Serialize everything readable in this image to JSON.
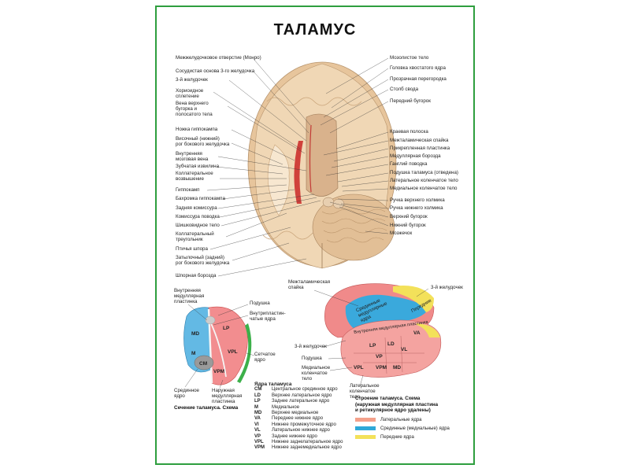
{
  "title": "ТАЛАМУС",
  "top_left_labels": [
    "Межжелудочковое отверстие (Монро)",
    "Сосудистая основа 3-го желудочка",
    "3-й желудочек",
    "Хориоидное\nсплетение",
    "Вена верхнего\nбугорка и\nполосатого тела",
    "Ножка гиппокампа",
    "Височный (нижний)\nрог бокового желудочка",
    "Внутренняя\nмозговая вена",
    "Зубчатая извилина",
    "Коллатеральное\nвозвышение",
    "Гиппокамп",
    "Бахромка гиппокампа",
    "Задняя комиссура",
    "Комиссура поводка",
    "Шишковидное тело",
    "Коллатеральный\nтреугольник",
    "Птичья шпора",
    "Затылочный (задний)\nрог бокового желудочка",
    "Шпорная борозда"
  ],
  "top_right_labels": [
    "Мозолистое тело",
    "Головка хвостатого ядра",
    "Прозрачная перегородка",
    "Столб свода",
    "Передний бугорок",
    "Краевая полоска",
    "Межталамическая спайка",
    "Прикрепленная пластинка",
    "Медуллярная борозда",
    "Ганглий поводка",
    "Подушка таламуса (отведена)",
    "Латеральное коленчатое тело",
    "Медиальное коленчатое тело",
    "Ручка верхнего холмика",
    "Ручка нижнего холмика",
    "Верхний бугорок",
    "Нижний бугорок",
    "Мозжечок"
  ],
  "section_labels": {
    "internal_lamina": "Внутренняя\nмедуллярная\nпластинка",
    "pulvinar": "Подушка",
    "intralaminar": "Внутрипластин-\nчатые ядра",
    "reticular": "Сетчатое\nядро",
    "median": "Срединное\nядро",
    "external_lamina": "Наружная\nмедуллярная\nпластинка",
    "caption": "Сечение таламуса. Схема"
  },
  "section_nuclei": [
    "MD",
    "LP",
    "M",
    "VPL",
    "CM",
    "VPM"
  ],
  "three_d_labels": {
    "interthalamic": "Межталамическая\nспайка",
    "third_ventricle_top": "3-й желудочек",
    "third_ventricle_left": "3-й желудочек",
    "pulvinar": "Подушка",
    "mgb": "Медиальное\nколенчатое\nтело",
    "lgb": "Латеральное\nколенчатое\nтело",
    "median_band": "Срединные\nмедуллярные\nядра",
    "anterior": "Передние",
    "internal_lamina": "Внутренняя медуллярная пластинка",
    "caption": "Строение таламуса. Схема\n(наружная медуллярная пластина\nи ретикулярное ядро удалены)"
  },
  "three_d_nuclei": [
    "LD",
    "VA",
    "LP",
    "VL",
    "VP",
    "VPL",
    "VPM",
    "MD"
  ],
  "nuclei_table": {
    "header": "Ядра таламуса",
    "rows": [
      {
        "abbr": "CM",
        "name": "Центральное срединное ядро"
      },
      {
        "abbr": "LD",
        "name": "Верхнее латеральное ядро"
      },
      {
        "abbr": "LP",
        "name": "Заднее латеральное ядро"
      },
      {
        "abbr": "M",
        "name": "Медиальное"
      },
      {
        "abbr": "MD",
        "name": "Верхнее медиальное"
      },
      {
        "abbr": "VA",
        "name": "Переднее нижнее ядро"
      },
      {
        "abbr": "VI",
        "name": "Нижнее промежуточное ядро"
      },
      {
        "abbr": "VL",
        "name": "Латеральное нижнее ядро"
      },
      {
        "abbr": "VP",
        "name": "Заднее нижнее ядро"
      },
      {
        "abbr": "VPL",
        "name": "Нижнее заднелатеральное ядро"
      },
      {
        "abbr": "VPM",
        "name": "Нижнее заднемедиальное ядро"
      }
    ]
  },
  "color_legend": [
    {
      "label": "Латеральные ядра",
      "color": "#f4a08a"
    },
    {
      "label": "Срединные (медиальные) ядра",
      "color": "#2fa8d8"
    },
    {
      "label": "Передние ядра",
      "color": "#f3e15a"
    }
  ],
  "colors": {
    "border": "#2e9e3e",
    "lateral": "#f08a84",
    "medial": "#3aa9dc",
    "anterior": "#f3e15a",
    "reticular": "#3cb04a",
    "brain": "#e9c9a0"
  }
}
